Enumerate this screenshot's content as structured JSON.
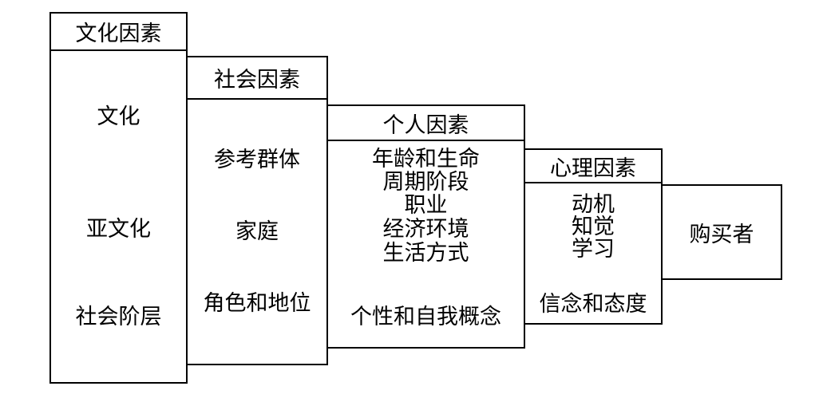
{
  "boxes": {
    "cultural": {
      "header": "文化因素",
      "items": [
        "文化",
        "亚文化",
        "社会阶层"
      ]
    },
    "social": {
      "header": "社会因素",
      "items": [
        "参考群体",
        "家庭",
        "角色和地位"
      ]
    },
    "personal": {
      "header": "个人因素",
      "items": [
        "年龄和生命周期阶段",
        "职业",
        "经济环境",
        "生活方式",
        "个性和自我概念"
      ]
    },
    "psychological": {
      "header": "心理因素",
      "items": [
        "动机",
        "知觉",
        "学习",
        "信念和态度"
      ]
    },
    "buyer": {
      "label": "购买者"
    }
  }
}
